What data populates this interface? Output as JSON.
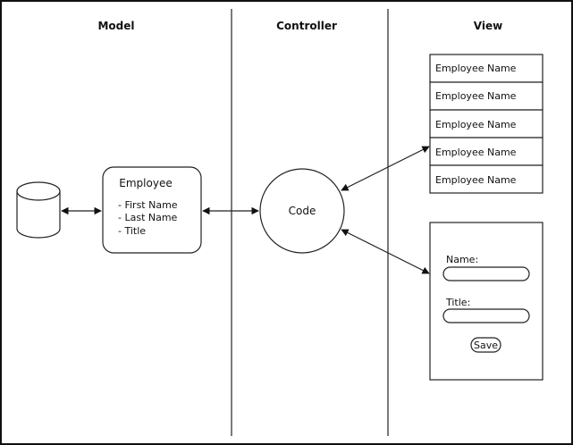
{
  "columns": {
    "model": "Model",
    "controller": "Controller",
    "view": "View"
  },
  "employee_box": {
    "title": "Employee",
    "fields": [
      "- First Name",
      "- Last Name",
      "- Title"
    ]
  },
  "controller_node": {
    "label": "Code"
  },
  "view_list": {
    "rows": [
      "Employee Name",
      "Employee Name",
      "Employee Name",
      "Employee Name",
      "Employee Name"
    ]
  },
  "view_form": {
    "name_label": "Name:",
    "title_label": "Title:",
    "save_label": "Save"
  }
}
